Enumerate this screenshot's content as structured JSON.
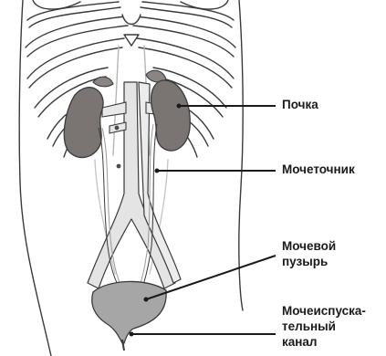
{
  "labels": {
    "kidney": "Почка",
    "ureter": "Мочеточник",
    "bladder": "Мочевой\nпузырь",
    "urethra": "Мочеиспуска-\nтельный\nканал"
  },
  "colors": {
    "organ_fill": "#7a7472",
    "organ_dark": "#605a58",
    "vessel_fill": "#e4e4e4",
    "outline": "#3a3a3a",
    "bladder_fill": "#a6a6a6",
    "background": "#ffffff"
  }
}
